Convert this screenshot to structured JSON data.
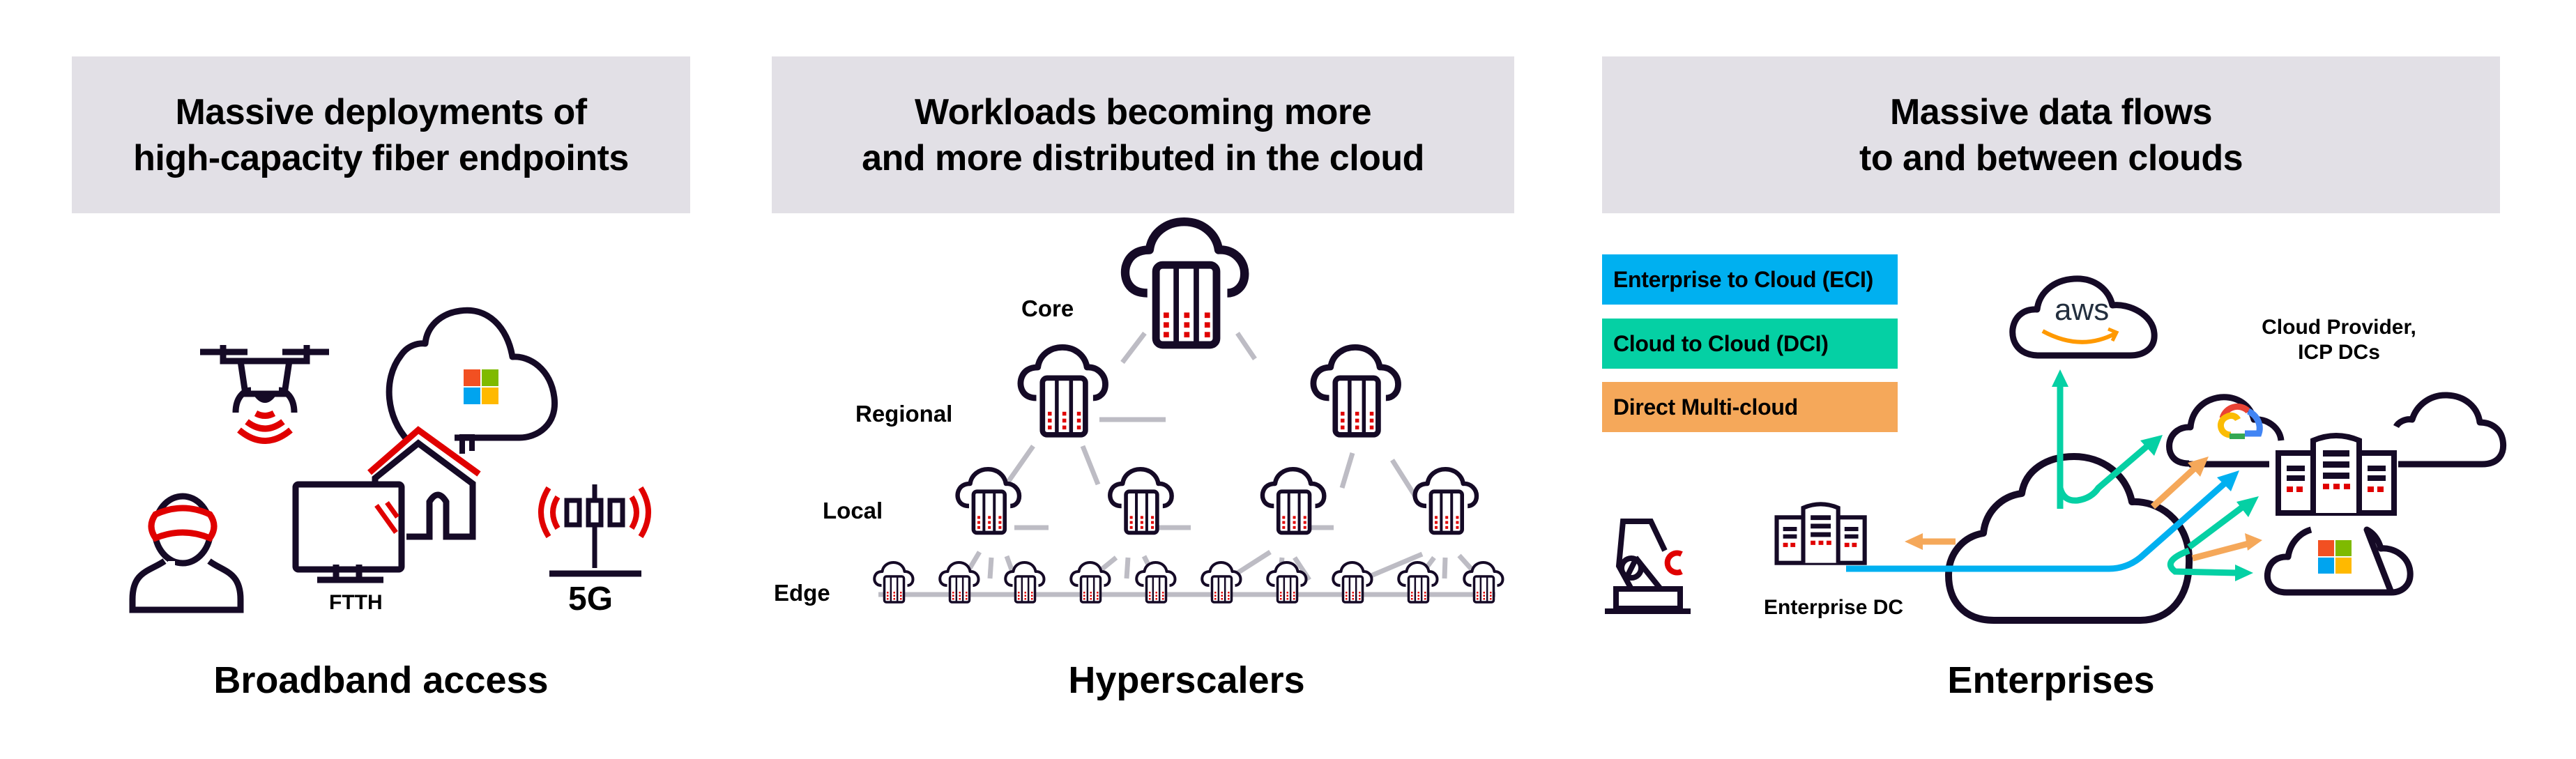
{
  "colors": {
    "header_bg": "#e2e0e6",
    "ink": "#150a26",
    "accent_red": "#e00000",
    "link_gray": "#bdbcc4",
    "eci_blue": "#00b0f0",
    "dci_green": "#05d0a4",
    "multicloud_orange": "#f5a85a",
    "aws_orange": "#ff9900",
    "aws_text": "#232f3e",
    "ms_red": "#f25022",
    "ms_green": "#7fba00",
    "ms_blue": "#00a4ef",
    "ms_yellow": "#ffb900",
    "g_red": "#ea4335",
    "g_blue": "#4285f4",
    "g_yellow": "#fbbc04",
    "g_green": "#34a853"
  },
  "panels": [
    {
      "id": "broadband",
      "header_line1": "Massive deployments of",
      "header_line2": "high-capacity fiber endpoints",
      "caption": "Broadband access",
      "labels": {
        "ftth": "FTTH",
        "fiveg": "5G"
      },
      "icons": [
        "drone-icon",
        "vr-headset-user-icon",
        "monitor-icon",
        "home-icon",
        "microsoft-cloud-icon",
        "5g-tower-icon"
      ]
    },
    {
      "id": "hyperscalers",
      "header_line1": "Workloads becoming more",
      "header_line2": "and more distributed in the cloud",
      "caption": "Hyperscalers",
      "levels": [
        {
          "name": "Core",
          "nodes": 1
        },
        {
          "name": "Regional",
          "nodes": 2
        },
        {
          "name": "Local",
          "nodes": 4
        },
        {
          "name": "Edge",
          "nodes": 10
        }
      ]
    },
    {
      "id": "enterprises",
      "header_line1": "Massive data flows",
      "header_line2": "to and between clouds",
      "caption": "Enterprises",
      "legend": [
        {
          "label": "Enterprise to Cloud (ECI)",
          "color": "#00b0f0"
        },
        {
          "label": "Cloud to Cloud (DCI)",
          "color": "#05d0a4"
        },
        {
          "label": "Direct Multi-cloud",
          "color": "#f5a85a"
        }
      ],
      "labels": {
        "aws": "aws",
        "cloud_provider_line1": "Cloud Provider,",
        "cloud_provider_line2": "ICP DCs",
        "enterprise_dc": "Enterprise DC"
      }
    }
  ]
}
